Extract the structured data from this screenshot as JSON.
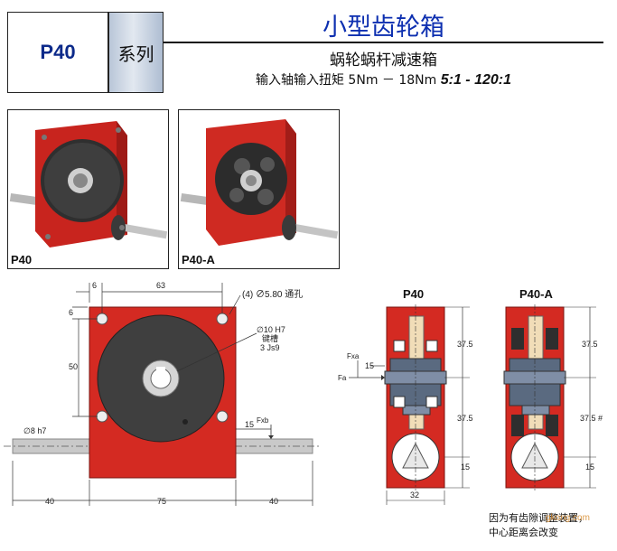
{
  "header": {
    "model": "P40",
    "series_label": "系列",
    "title": "小型齿轮箱",
    "subtitle": "蜗轮蜗杆减速箱",
    "spec_text": "输入轴输入扭矩 5Nm － 18Nm",
    "ratio_text": "5:1 - 120:1"
  },
  "photos": [
    {
      "label": "P40"
    },
    {
      "label": "P40-A"
    }
  ],
  "front_drawing": {
    "dim_top_left": "6",
    "dim_top_span": "63",
    "hole_note": "(4) ∅5.80 通孔",
    "dim_left_top": "6",
    "dim_left_height": "50",
    "bore_note_1": "∅10 H7",
    "bore_note_2": "键槽",
    "bore_note_3": "3 Js9",
    "shaft_note": "∅8 h7",
    "force_label": "Fxb",
    "dim_shaft_offset": "15",
    "dim_bottom_left": "40",
    "dim_bottom_mid": "75",
    "dim_bottom_right": "40"
  },
  "section_drawing": {
    "heading_left": "P40",
    "heading_right": "P40-A",
    "force_fxa": "Fxa",
    "force_fa": "Fa",
    "dim_15_left": "15",
    "dim_375_top": "37.5",
    "dim_375_mid": "37.5",
    "dim_15_bottom": "15",
    "dim_width": "32",
    "dim_375_top_right": "37.5",
    "dim_375_mid_right": "37.5 #",
    "dim_15_bottom_right": "15"
  },
  "footnote": {
    "line1": "因为有齿隙调整装置，",
    "line2": "中心距离会改变"
  },
  "watermark": "gkong.com",
  "colors": {
    "brand_blue": "#0d2fb0",
    "housing_red": "#d42a22",
    "face_dark": "#3c3c3c"
  }
}
